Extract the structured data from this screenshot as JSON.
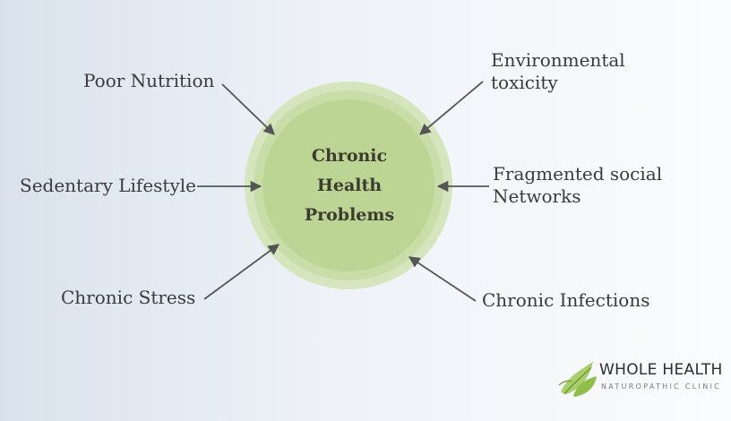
{
  "diagram": {
    "center": "Chronic\nHealth\nProblems",
    "factors": {
      "poor_nutrition": "Poor Nutrition",
      "sedentary_lifestyle": "Sedentary Lifestyle",
      "chronic_stress": "Chronic Stress",
      "environmental_toxicity": "Environmental\ntoxicity",
      "fragmented_social_networks": "Fragmented social\nNetworks",
      "chronic_infections": "Chronic Infections"
    }
  },
  "logo": {
    "name": "WHOLE HEALTH",
    "tagline": "NATUROPATHIC CLINIC"
  },
  "colors": {
    "circle_outer": "#d2e3b8",
    "circle_mid": "#c6dca4",
    "circle_inner": "#bad490",
    "arrow": "#555555",
    "leaf_green": "#8fbf4a"
  }
}
